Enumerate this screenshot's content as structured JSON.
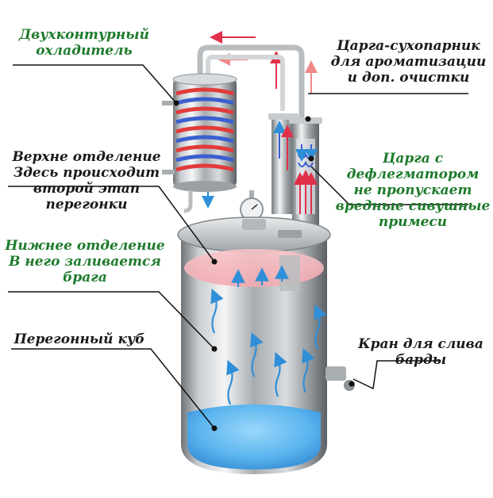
{
  "labels": {
    "cooler": {
      "lines": [
        "Двухконтурный",
        "охладитель"
      ]
    },
    "dry_column": {
      "lines": [
        "Царга-сухопарник",
        "для ароматизации",
        "и доп. очистки"
      ]
    },
    "upper": {
      "lines": [
        "Верхне отделение",
        "Здесь происходит",
        "второй этап",
        "перегонки"
      ]
    },
    "dephleg": {
      "lines": [
        "Царга с",
        "дефлегматором",
        "не пропускает",
        "вредные сивушные",
        "примеси"
      ]
    },
    "lower": {
      "lines": [
        "Нижнее отделение",
        "В него заливается",
        "брага"
      ]
    },
    "cube": {
      "lines": [
        "Перегонный куб"
      ]
    },
    "tap": {
      "lines": [
        "Кран для слива",
        "барды"
      ]
    }
  },
  "colors": {
    "green_text": "#1e7b2c",
    "dark_text": "#1a1a1a",
    "liquid": "#5ab4ee",
    "vapor_zone": "#f7c4c8",
    "hot_coil": "#e23a3a",
    "cold_coil": "#3a5fd0",
    "arrow_blue": "#2f8fd8",
    "arrow_red": "#e0304a",
    "arrow_pink": "#f08a8a"
  }
}
